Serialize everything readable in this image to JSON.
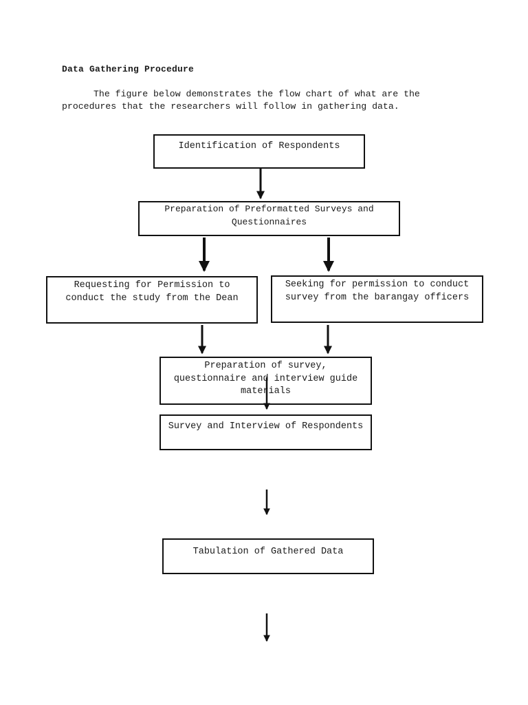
{
  "document": {
    "heading": "Data Gathering Procedure",
    "intro": "The figure below demonstrates the flow chart of what are the procedures that the researchers will follow in gathering data."
  },
  "flowchart": {
    "nodes": [
      {
        "id": "n1",
        "label": "Identification of Respondents"
      },
      {
        "id": "n2",
        "label": "Preparation of Preformatted Surveys and Questionnaires"
      },
      {
        "id": "n3",
        "label": "Requesting for Permission to conduct the study from the Dean"
      },
      {
        "id": "n4",
        "label": "Seeking for permission to conduct survey from the barangay officers"
      },
      {
        "id": "n5",
        "label": "Preparation of survey, questionnaire and interview guide materials"
      },
      {
        "id": "n6",
        "label": "Survey and Interview of Respondents"
      },
      {
        "id": "n7",
        "label": "Tabulation of Gathered Data"
      }
    ],
    "edges": [
      {
        "from": "n1",
        "to": "n2"
      },
      {
        "from": "n2",
        "to": "n3"
      },
      {
        "from": "n2",
        "to": "n4"
      },
      {
        "from": "n3",
        "to": "n5"
      },
      {
        "from": "n4",
        "to": "n5"
      },
      {
        "from": "n5",
        "to": "n6"
      },
      {
        "from": "n6",
        "to": "n7"
      },
      {
        "from": "n7",
        "to": null
      }
    ]
  }
}
